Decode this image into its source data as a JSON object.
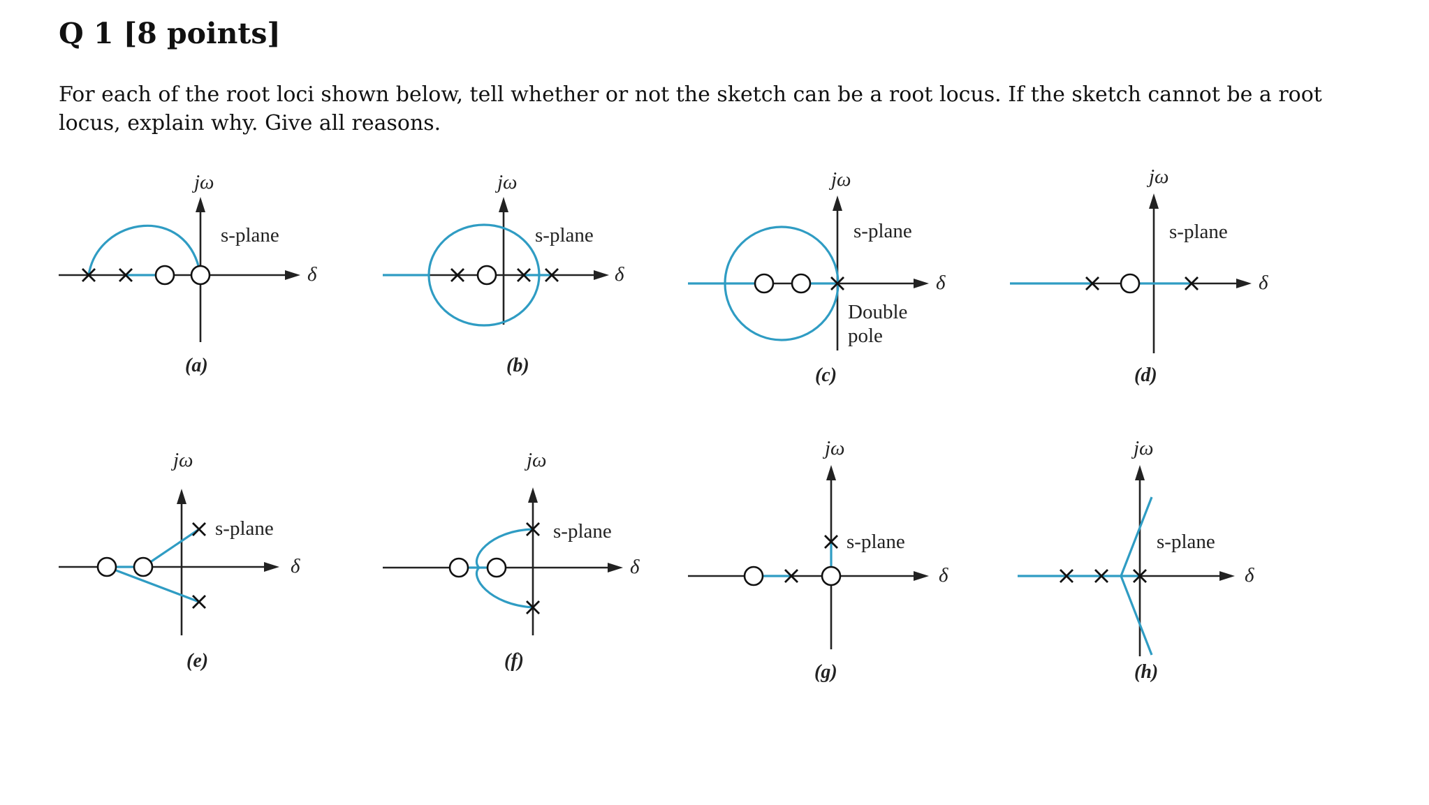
{
  "question": {
    "heading": "Q 1 [8 points]",
    "line1": "For each of the root loci shown below, tell whether or not the sketch can be a root locus. If the sketch cannot be a root",
    "line2": "locus, explain why. Give all reasons."
  },
  "figure": {
    "vertical_axis_label": "jω",
    "horizontal_axis_label": "δ",
    "plane_label": "s-plane",
    "note_line1": "Double",
    "note_line2": "pole",
    "panels": [
      {
        "caption": "(a)"
      },
      {
        "caption": "(b)"
      },
      {
        "caption": "(c)"
      },
      {
        "caption": "(d)"
      },
      {
        "caption": "(e)"
      },
      {
        "caption": "(f)"
      },
      {
        "caption": "(g)"
      },
      {
        "caption": "(h)"
      }
    ],
    "colors": {
      "locus": "#2f9cc3",
      "axes": "#222222"
    }
  }
}
